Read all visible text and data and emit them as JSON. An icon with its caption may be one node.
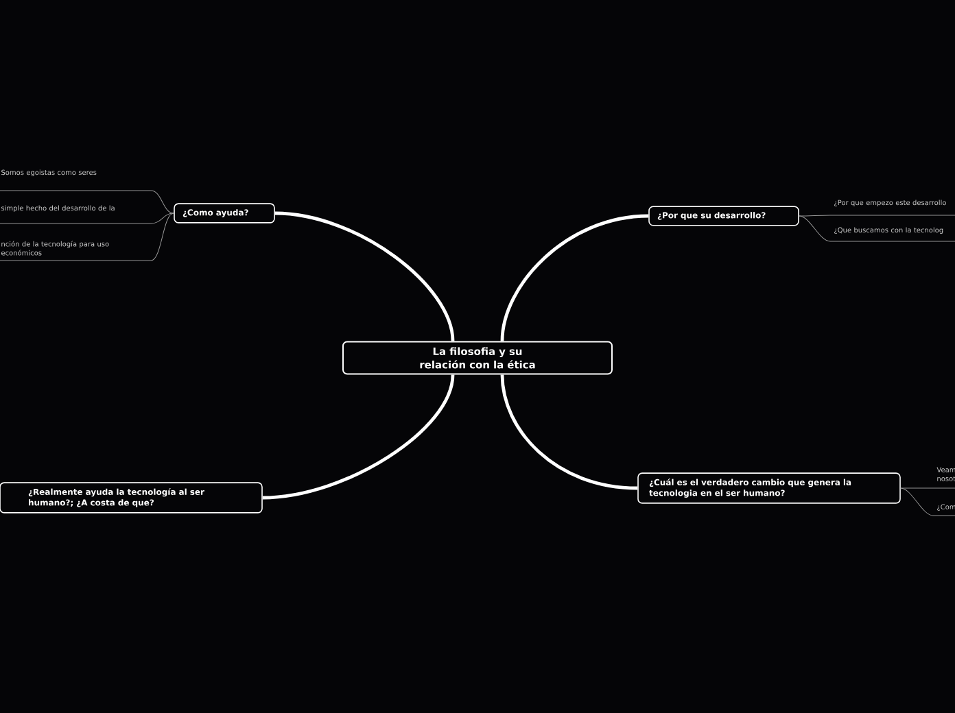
{
  "diagram": {
    "nodes": [
      {
        "text": [
          "La filosofia y su relación con la ética"
        ]
      },
      {
        "text": [
          "¿Como ayuda?"
        ]
      },
      {
        "text": [
          "Somos egoistas como seres"
        ]
      },
      {
        "text": [
          "simple hecho del desarrollo de la"
        ]
      },
      {
        "text": [
          "nción de la tecnología para uso económicos"
        ]
      },
      {
        "text": [
          "¿Por que su desarrollo?"
        ]
      },
      {
        "text": [
          "¿Por que empezo este desarrollo"
        ]
      },
      {
        "text": [
          "¿Que buscamos con la tecnolog"
        ]
      },
      {
        "text": [
          "¿Cuál es el verdadero cambio que genera la tecnologia en el ser humano?"
        ]
      },
      {
        "text": [
          "Veam nosot"
        ]
      },
      {
        "text": [
          "¿Com"
        ]
      },
      {
        "text": [
          "¿Realmente ayuda la tecnología al ser humano?; ¿A costa de que?"
        ]
      }
    ],
    "edges": [
      {
        "from": 0,
        "to": 1,
        "arrow": "none",
        "style": "thick",
        "color": "#ffffff"
      },
      {
        "from": 1,
        "to": 2,
        "arrow": "none"
      },
      {
        "from": 1,
        "to": 3,
        "arrow": "none"
      },
      {
        "from": 1,
        "to": 4,
        "arrow": "none"
      },
      {
        "from": 0,
        "to": 5,
        "arrow": "none",
        "style": "thick",
        "color": "#ffffff"
      },
      {
        "from": 5,
        "to": 6,
        "arrow": "none"
      },
      {
        "from": 5,
        "to": 7,
        "arrow": "none"
      },
      {
        "from": 0,
        "to": 8,
        "arrow": "none",
        "style": "thick",
        "color": "#ffffff"
      },
      {
        "from": 8,
        "to": 9,
        "arrow": "none"
      },
      {
        "from": 8,
        "to": 10,
        "arrow": "none"
      },
      {
        "from": 0,
        "to": 11,
        "arrow": "none",
        "style": "thick",
        "color": "#ffffff"
      }
    ]
  }
}
